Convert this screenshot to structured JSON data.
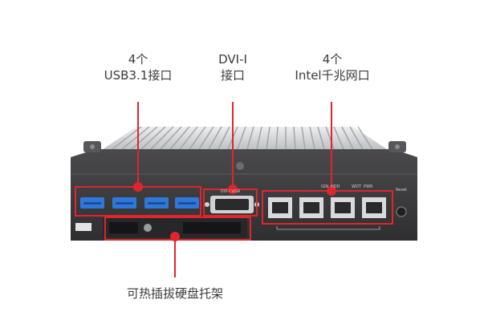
{
  "callouts": {
    "usb": {
      "line1": "4个",
      "line2": "USB3.1接口"
    },
    "dvi": {
      "line1": "DVI-I",
      "line2": "接口"
    },
    "lan": {
      "line1": "4个",
      "line2": "Intel千兆网口"
    },
    "tray": {
      "line1": "可热插拔硬盘托架"
    }
  },
  "panel_text": {
    "dvi_port_label": "DVI-I VGA",
    "led_labels": [
      "IGN",
      "HDD",
      "WDT",
      "PWR"
    ],
    "reset_label": "Reset"
  },
  "colors": {
    "highlight": "#e0252b",
    "chassis": "#3b3b3d",
    "usb_blue": "#2f78d9",
    "heatsink": "#d4d6d8"
  }
}
